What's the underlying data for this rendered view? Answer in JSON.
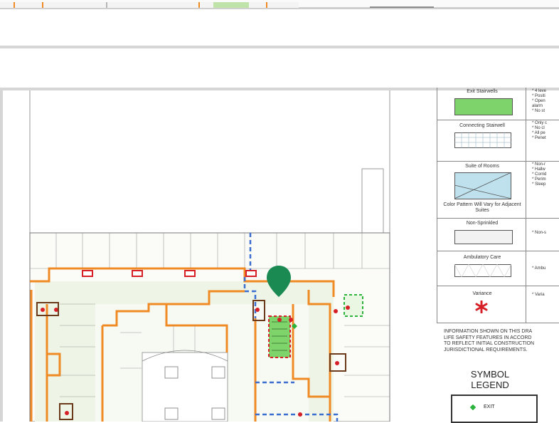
{
  "legend": {
    "rows": [
      {
        "key_label": "Exit Stairwells",
        "notes": [
          "* 4 leve",
          "* Positi",
          "* Open",
          "  alarm",
          "* No st"
        ]
      },
      {
        "key_label": "Connecting Stairwell",
        "notes": [
          "* Only c",
          "* No cl",
          "* All pe",
          "* Penet"
        ]
      },
      {
        "key_label": "Suite of Rooms",
        "key_sublabel": "Color Pattern Will Vary for Adjacent Suites",
        "notes": [
          "* Non-r",
          "* Hallw",
          "* Corrid",
          "* Perim",
          "* Sleep"
        ]
      },
      {
        "key_label": "Non-Sprinkled",
        "notes": [
          "* Non-s"
        ]
      },
      {
        "key_label": "Ambulatory Care",
        "notes": [
          "* Ambu"
        ]
      },
      {
        "key_label": "Variance",
        "notes": [
          "* Varia"
        ]
      }
    ],
    "info_lines": [
      "INFORMATION SHOWN ON THIS DRA",
      "LIFE SAFETY FEATURES IN ACCORD",
      "TO REFLECT INITIAL CONSTRUCTION",
      "JURISDICTIONAL REQUIREMENTS."
    ],
    "symbol_title_1": "SYMBOL",
    "symbol_title_2": "LEGEND",
    "exit_label": "EXIT"
  },
  "colors": {
    "exit_stair": "#7fd36b",
    "suite_fill": "#bfe1ee",
    "barrier_orange": "#f08a24",
    "barrier_blue": "#3a6fd1",
    "barrier_red": "#d61f26",
    "marker": "#1a8a52",
    "floor_fill": "#eef5e6"
  },
  "plan": {
    "icon": "map-marker-icon"
  }
}
